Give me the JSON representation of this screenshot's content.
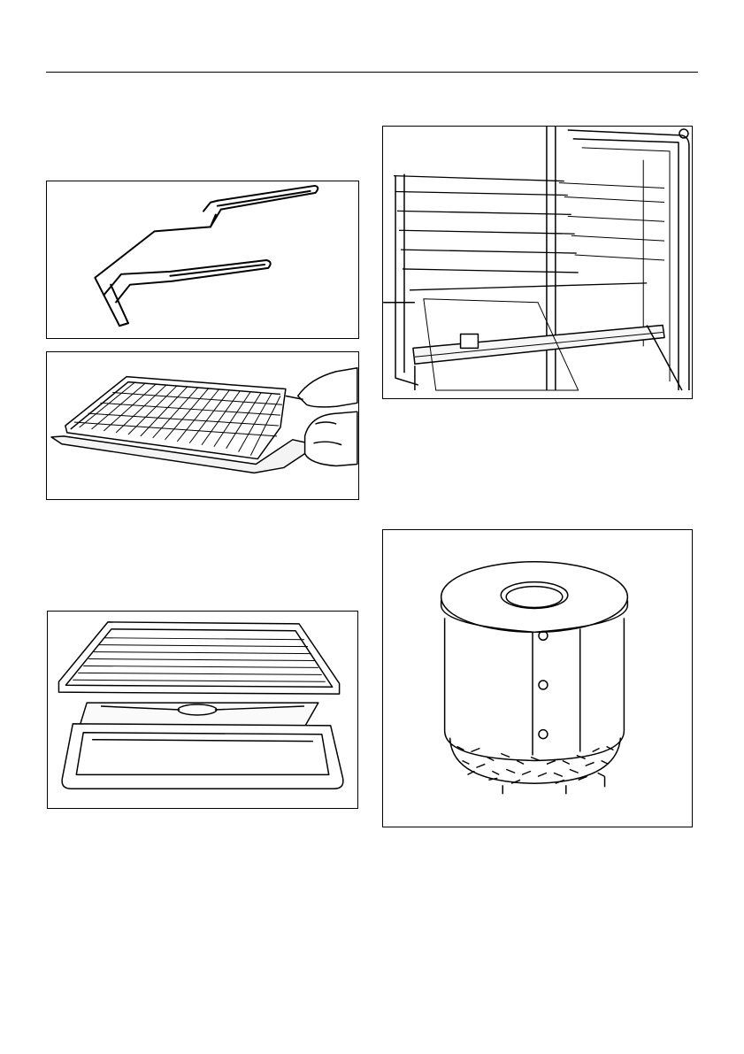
{
  "page": {
    "header_rule": true
  },
  "figures": [
    {
      "id": "handles",
      "icon": "tray-handles-illustration"
    },
    {
      "id": "shelf",
      "icon": "rack-on-tray-in-hands-illustration"
    },
    {
      "id": "oven",
      "icon": "oven-interior-runners-illustration"
    },
    {
      "id": "trays",
      "icon": "rack-tray-and-pan-illustration"
    },
    {
      "id": "cylinder",
      "icon": "smoker-box-cylinder-illustration"
    }
  ]
}
